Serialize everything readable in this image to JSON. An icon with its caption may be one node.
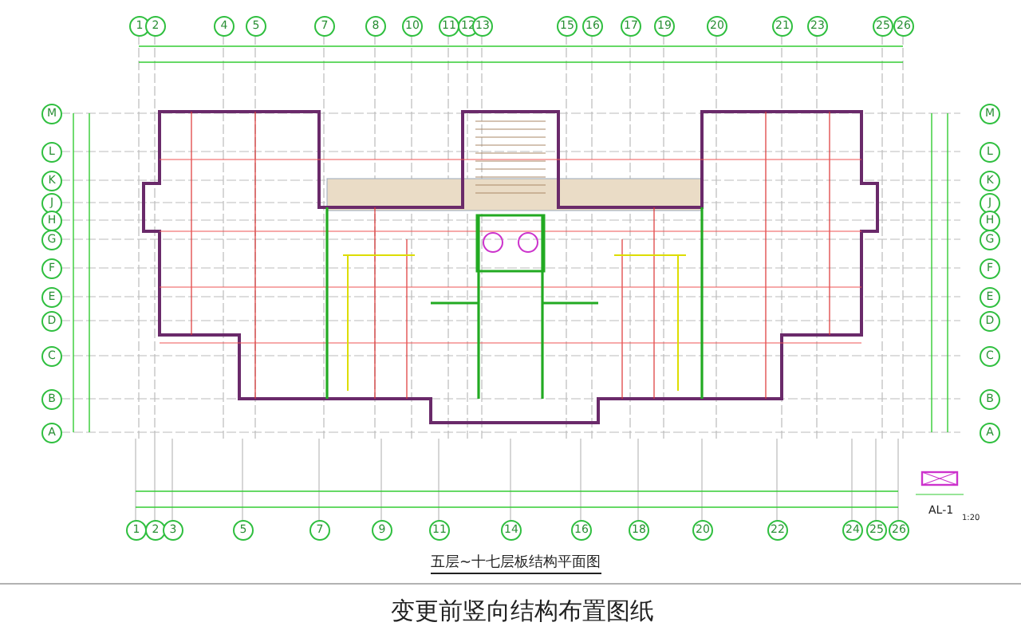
{
  "diagram": {
    "caption": "变更前竖向结构布置图纸",
    "labels": [
      "1",
      "2",
      "4",
      "5",
      "7",
      "8",
      "10",
      "11",
      "12",
      "13",
      "15",
      "16",
      "17",
      "19",
      "20",
      "21",
      "23",
      "25",
      "26",
      "M",
      "L",
      "K",
      "J",
      "H",
      "G",
      "F",
      "E",
      "D",
      "C",
      "B",
      "A",
      "M",
      "L",
      "K",
      "J",
      "H",
      "G",
      "F",
      "E",
      "D",
      "C",
      "B",
      "A",
      "1",
      "2",
      "3",
      "5",
      "7",
      "9",
      "11",
      "14",
      "16",
      "18",
      "20",
      "22",
      "24",
      "25",
      "26",
      "AL-1",
      "1:20",
      "五层~十七层板结构平面图"
    ]
  }
}
